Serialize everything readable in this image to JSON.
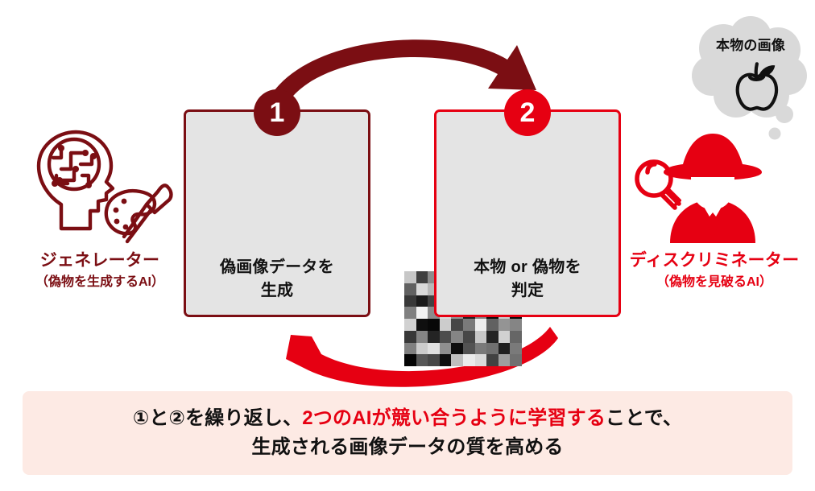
{
  "diagram": {
    "title_context": "GAN (Generative Adversarial Network) concept diagram",
    "generator": {
      "icon": "ai-head-palette-brush-icon",
      "label_main": "ジェネレーター",
      "label_sub": "（偽物を生成するAI）",
      "color": "#7b0e13"
    },
    "discriminator": {
      "icon": "detective-magnifier-icon",
      "label_main": "ディスクリミネーター",
      "label_sub": "（偽物を見破るAI）",
      "color": "#e60012"
    },
    "steps": [
      {
        "badge": "1",
        "badge_color": "#7b0e13",
        "border_color": "#7b0e13",
        "visual": "noise-image-grid",
        "caption_line1": "偽画像データを",
        "caption_line2": "生成"
      },
      {
        "badge": "2",
        "badge_color": "#e60012",
        "border_color": "#e60012",
        "visual": "apple-outline-red",
        "caption_line1": "本物 or 偽物を",
        "caption_line2": "判定"
      }
    ],
    "thought_bubble": {
      "label": "本物の画像",
      "visual": "apple-outline-black",
      "color": "#d9d9d9"
    },
    "arrows": {
      "top": {
        "direction": "right",
        "color": "#7b0e13",
        "name": "generator-to-discriminator-arrow"
      },
      "bottom": {
        "direction": "left",
        "color": "#e60012",
        "name": "discriminator-to-generator-arrow"
      }
    },
    "caption": {
      "line1_part1": "①と②を繰り返し、",
      "line1_emphasis": "2つのAIが競い合うように学習する",
      "line1_part2": "ことで、",
      "line2": "生成される画像データの質を高める",
      "panel_color": "#fdeae4",
      "emphasis_color": "#e60012"
    },
    "noise_rows": [
      [
        0.78,
        0.25,
        0.55,
        0.33,
        0.05,
        0.22,
        0.4,
        0.8,
        0.08,
        0.74
      ],
      [
        0.38,
        0.85,
        0.72,
        0.2,
        0.79,
        0.88,
        0.52,
        0.12,
        0.48,
        0.58
      ],
      [
        0.22,
        0.1,
        0.26,
        0.18,
        0.04,
        0.82,
        0.4,
        0.72,
        0.25,
        0.9
      ],
      [
        0.5,
        0.95,
        0.55,
        0.86,
        0.58,
        0.12,
        0.5,
        0.04,
        0.8,
        0.03
      ],
      [
        0.82,
        0.06,
        0.03,
        0.8,
        0.28,
        0.48,
        0.93,
        0.38,
        0.58,
        0.52
      ],
      [
        0.22,
        0.52,
        0.14,
        0.3,
        0.52,
        0.28,
        0.78,
        0.14,
        0.82,
        0.4
      ],
      [
        0.5,
        0.8,
        0.88,
        0.56,
        0.05,
        0.32,
        0.48,
        0.44,
        0.12,
        0.48
      ],
      [
        0.02,
        0.34,
        0.28,
        0.06,
        0.75,
        0.92,
        0.86,
        0.26,
        0.62,
        0.44
      ]
    ]
  }
}
